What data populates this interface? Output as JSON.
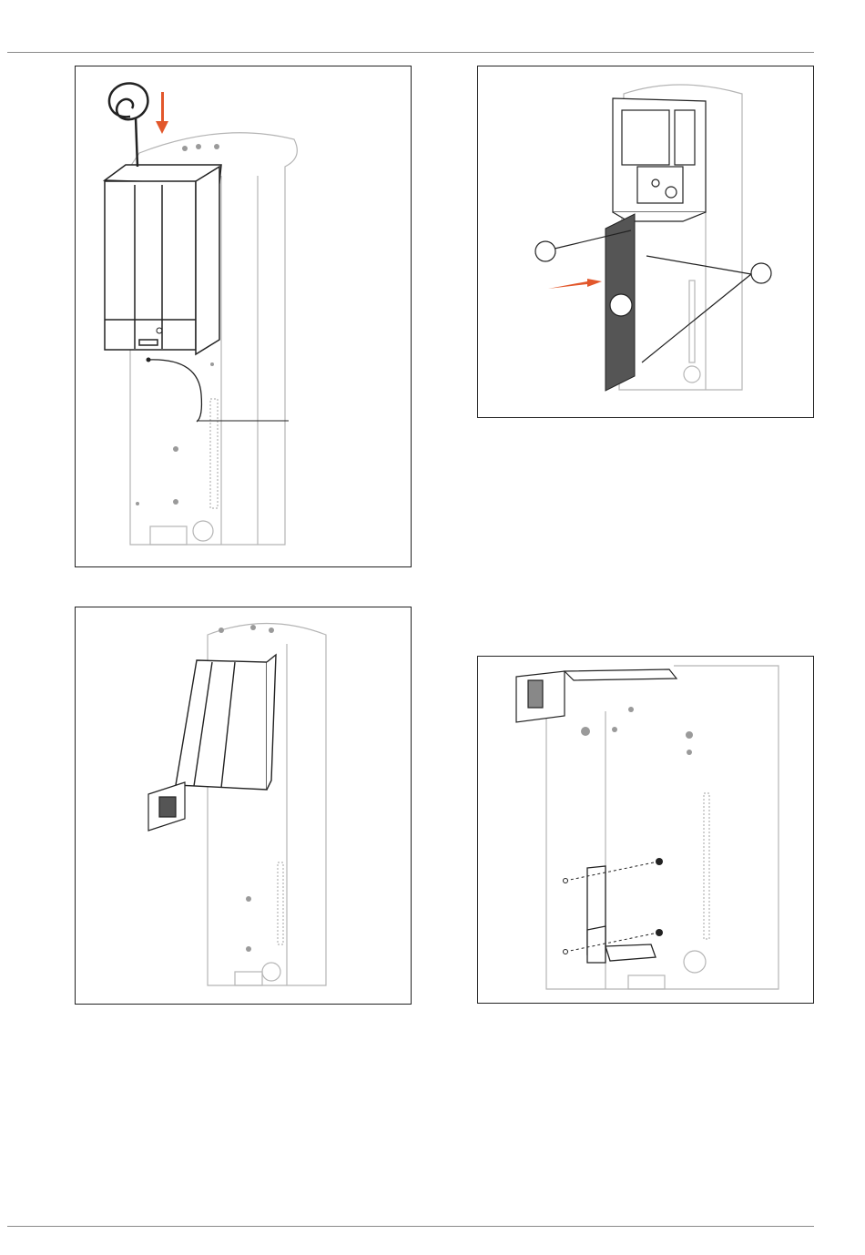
{
  "figures": [
    {
      "id": "179522955",
      "accent": "#e2572b"
    },
    {
      "id": "191862283",
      "accent": "#e2572b"
    },
    {
      "id": "179525643"
    },
    {
      "id": "179737995"
    }
  ],
  "colors": {
    "line": "#222222",
    "light_line": "#b5b5b5",
    "panel": "#555555",
    "accent": "#e2572b"
  },
  "icons": [
    "coiled-cable-icon",
    "down-arrow-icon",
    "right-arrow-icon",
    "callout-circle-icon"
  ]
}
